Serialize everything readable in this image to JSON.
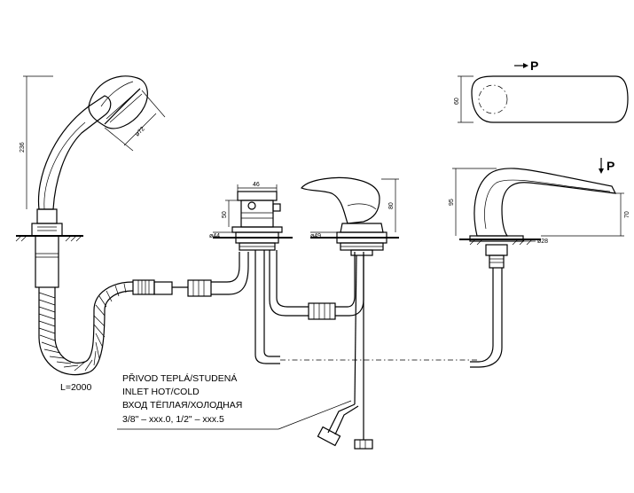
{
  "dimensions": {
    "shower_height": "236",
    "shower_head_dia": "ø72",
    "hose_length": "L=2000",
    "mixer_width": "46",
    "mixer_handle_height": "50",
    "mixer_base_dia": "ø44",
    "tap_base_dia": "ø49",
    "tap_height": "80",
    "spout_height": "95",
    "spout_outlet_height": "70",
    "spout_base_dia": "ø28",
    "top_view_width": "60"
  },
  "view_markers": {
    "top_arrow_label": "P",
    "side_arrow_label": "P"
  },
  "inlet_label": {
    "line1": "PŘIVOD TEPLÁ/STUDENÁ",
    "line2": "INLET HOT/COLD",
    "line3": "ВХОД ТЁПЛАЯ/ХОЛОДНАЯ",
    "line4": "3/8\" – xxx.0, 1/2\" – xxx.5"
  }
}
